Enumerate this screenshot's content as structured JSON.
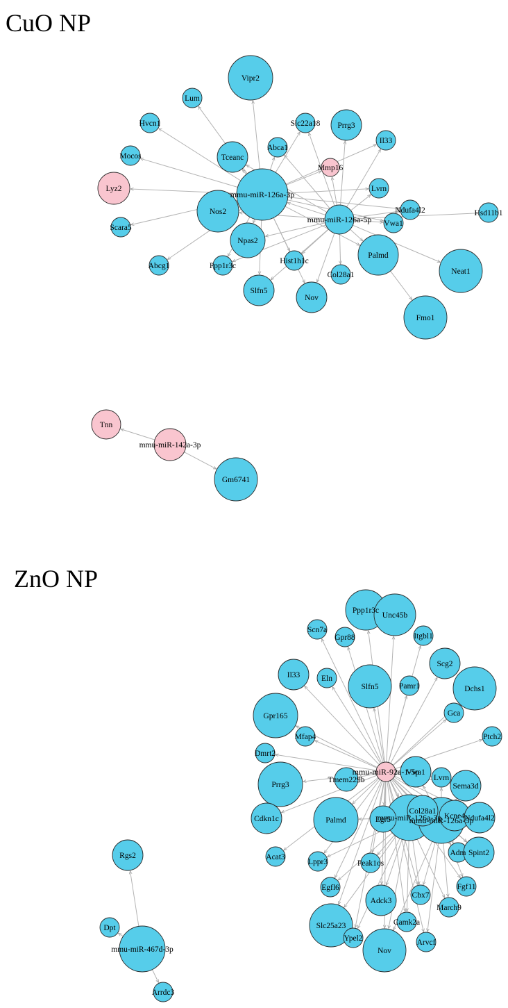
{
  "colors": {
    "target": "#56cdea",
    "mirna_highlight": "#f9c5cf",
    "edge": "#b3b3b3"
  },
  "panels": [
    {
      "id": "cuo",
      "title": "CuO NP"
    },
    {
      "id": "zno",
      "title": "ZnO NP"
    }
  ],
  "nodes": [
    {
      "id": "c_m126a3p",
      "label": "mmu-miR-126a-3p",
      "kind": "mirna"
    },
    {
      "id": "c_m126a5p",
      "label": "mmu-miR-126a-5p",
      "kind": "mirna"
    },
    {
      "id": "c_Vipr2",
      "label": "Vipr2",
      "kind": "target"
    },
    {
      "id": "c_Lum",
      "label": "Lum",
      "kind": "target"
    },
    {
      "id": "c_Hvcn1",
      "label": "Hvcn1",
      "kind": "target"
    },
    {
      "id": "c_Mocos",
      "label": "Mocos",
      "kind": "target"
    },
    {
      "id": "c_Lyz2",
      "label": "Lyz2",
      "kind": "highlight"
    },
    {
      "id": "c_Scara5",
      "label": "Scara5",
      "kind": "target"
    },
    {
      "id": "c_Abcg1",
      "label": "Abcg1",
      "kind": "target"
    },
    {
      "id": "c_Nos2",
      "label": "Nos2",
      "kind": "target"
    },
    {
      "id": "c_Tceanc",
      "label": "Tceanc",
      "kind": "target"
    },
    {
      "id": "c_Abca1",
      "label": "Abca1",
      "kind": "target"
    },
    {
      "id": "c_Slc22a18",
      "label": "Slc22a18",
      "kind": "target"
    },
    {
      "id": "c_Prrg3",
      "label": "Prrg3",
      "kind": "target"
    },
    {
      "id": "c_Il33",
      "label": "Il33",
      "kind": "target"
    },
    {
      "id": "c_Mmp16",
      "label": "Mmp16",
      "kind": "highlight"
    },
    {
      "id": "c_Lvrn",
      "label": "Lvrn",
      "kind": "target"
    },
    {
      "id": "c_Ndufa4l2",
      "label": "Ndufa4l2",
      "kind": "target"
    },
    {
      "id": "c_Hsd11b1",
      "label": "Hsd11b1",
      "kind": "target"
    },
    {
      "id": "c_Vwa1",
      "label": "Vwa1",
      "kind": "target"
    },
    {
      "id": "c_Npas2",
      "label": "Npas2",
      "kind": "target"
    },
    {
      "id": "c_Ppp1r3c",
      "label": "Ppp1r3c",
      "kind": "target"
    },
    {
      "id": "c_Hist1h1c",
      "label": "Hist1h1c",
      "kind": "target"
    },
    {
      "id": "c_Slfn5",
      "label": "Slfn5",
      "kind": "target"
    },
    {
      "id": "c_Nov",
      "label": "Nov",
      "kind": "target"
    },
    {
      "id": "c_Col28a1",
      "label": "Col28a1",
      "kind": "target"
    },
    {
      "id": "c_Palmd",
      "label": "Palmd",
      "kind": "target"
    },
    {
      "id": "c_Neat1",
      "label": "Neat1",
      "kind": "target"
    },
    {
      "id": "c_Fmo1",
      "label": "Fmo1",
      "kind": "target"
    },
    {
      "id": "c_m142",
      "label": "mmu-miR-142a-3p",
      "kind": "highlight"
    },
    {
      "id": "c_Tnn",
      "label": "Tnn",
      "kind": "highlight"
    },
    {
      "id": "c_Gm6741",
      "label": "Gm6741",
      "kind": "target"
    },
    {
      "id": "z_m92",
      "label": "mmu-miR-92a-1-5p",
      "kind": "highlight"
    },
    {
      "id": "z_m126a3p",
      "label": "mmu-miR-126a-3p",
      "kind": "target"
    },
    {
      "id": "z_m126a5p",
      "label": "mmu-miR-126a-5p",
      "kind": "target"
    },
    {
      "id": "z_Ppp1r3c",
      "label": "Ppp1r3c",
      "kind": "target"
    },
    {
      "id": "z_Unc45b",
      "label": "Unc45b",
      "kind": "target"
    },
    {
      "id": "z_Itgbl1",
      "label": "Itgbl1",
      "kind": "target"
    },
    {
      "id": "z_Scn7a",
      "label": "Scn7a",
      "kind": "target"
    },
    {
      "id": "z_Gpr88",
      "label": "Gpr88",
      "kind": "target"
    },
    {
      "id": "z_Scg2",
      "label": "Scg2",
      "kind": "target"
    },
    {
      "id": "z_Dchs1",
      "label": "Dchs1",
      "kind": "target"
    },
    {
      "id": "z_Il33",
      "label": "Il33",
      "kind": "target"
    },
    {
      "id": "z_Slfn5",
      "label": "Slfn5",
      "kind": "target"
    },
    {
      "id": "z_Pamr1",
      "label": "Pamr1",
      "kind": "target"
    },
    {
      "id": "z_Eln",
      "label": "Eln",
      "kind": "target"
    },
    {
      "id": "z_Gca",
      "label": "Gca",
      "kind": "target"
    },
    {
      "id": "z_Gpr165",
      "label": "Gpr165",
      "kind": "target"
    },
    {
      "id": "z_Mfap4",
      "label": "Mfap4",
      "kind": "target"
    },
    {
      "id": "z_Ptch2",
      "label": "Ptch2",
      "kind": "target"
    },
    {
      "id": "z_Dmrt2",
      "label": "Dmrt2",
      "kind": "target"
    },
    {
      "id": "z_Prrg3",
      "label": "Prrg3",
      "kind": "target"
    },
    {
      "id": "z_Tmem229b",
      "label": "Tmem229b",
      "kind": "target"
    },
    {
      "id": "z_Vwa1",
      "label": "Vwa1",
      "kind": "target"
    },
    {
      "id": "z_Lvrn",
      "label": "Lvrn",
      "kind": "target"
    },
    {
      "id": "z_Sema3d",
      "label": "Sema3d",
      "kind": "target"
    },
    {
      "id": "z_Cdkn1c",
      "label": "Cdkn1c",
      "kind": "target"
    },
    {
      "id": "z_Palmd",
      "label": "Palmd",
      "kind": "target"
    },
    {
      "id": "z_Col28a1",
      "label": "Col28a1",
      "kind": "target"
    },
    {
      "id": "z_Kcne4",
      "label": "Kcne4",
      "kind": "target"
    },
    {
      "id": "z_Ndufa4l2",
      "label": "Ndufa4l2",
      "kind": "target"
    },
    {
      "id": "z_Lgr5",
      "label": "Lgr5",
      "kind": "target"
    },
    {
      "id": "z_Acat3",
      "label": "Acat3",
      "kind": "target"
    },
    {
      "id": "z_Lppr3",
      "label": "Lppr3",
      "kind": "target"
    },
    {
      "id": "z_Adm",
      "label": "Adm",
      "kind": "target"
    },
    {
      "id": "z_Spint2",
      "label": "Spint2",
      "kind": "target"
    },
    {
      "id": "z_Peak1os",
      "label": "Peak1os",
      "kind": "target"
    },
    {
      "id": "z_Egfl6",
      "label": "Egfl6",
      "kind": "target"
    },
    {
      "id": "z_Fgf11",
      "label": "Fgf11",
      "kind": "target"
    },
    {
      "id": "z_Adck3",
      "label": "Adck3",
      "kind": "target"
    },
    {
      "id": "z_Cbx7",
      "label": "Cbx7",
      "kind": "target"
    },
    {
      "id": "z_Slc25a23",
      "label": "Slc25a23",
      "kind": "target"
    },
    {
      "id": "z_March9",
      "label": "March9",
      "kind": "target"
    },
    {
      "id": "z_Camk2a",
      "label": "Camk2a",
      "kind": "target"
    },
    {
      "id": "z_Ypel2",
      "label": "Ypel2",
      "kind": "target"
    },
    {
      "id": "z_Arvcf",
      "label": "Arvcf",
      "kind": "target"
    },
    {
      "id": "z_Nov",
      "label": "Nov",
      "kind": "target"
    },
    {
      "id": "z_m467",
      "label": "mmu-miR-467d-3p",
      "kind": "target"
    },
    {
      "id": "z_Rgs2",
      "label": "Rgs2",
      "kind": "target"
    },
    {
      "id": "z_Dpt",
      "label": "Dpt",
      "kind": "target"
    },
    {
      "id": "z_Arrdc3",
      "label": "Arrdc3",
      "kind": "target"
    }
  ],
  "edges": [
    [
      "c_m126a3p",
      "c_Vipr2"
    ],
    [
      "c_m126a3p",
      "c_Lum"
    ],
    [
      "c_m126a3p",
      "c_Hvcn1"
    ],
    [
      "c_m126a3p",
      "c_Mocos"
    ],
    [
      "c_m126a3p",
      "c_Lyz2"
    ],
    [
      "c_m126a3p",
      "c_Scara5"
    ],
    [
      "c_m126a3p",
      "c_Abcg1"
    ],
    [
      "c_m126a3p",
      "c_Nos2"
    ],
    [
      "c_m126a3p",
      "c_Tceanc"
    ],
    [
      "c_m126a3p",
      "c_Abca1"
    ],
    [
      "c_m126a3p",
      "c_Slc22a18"
    ],
    [
      "c_m126a3p",
      "c_Mmp16"
    ],
    [
      "c_m126a3p",
      "c_Il33"
    ],
    [
      "c_m126a3p",
      "c_Lvrn"
    ],
    [
      "c_m126a3p",
      "c_Ndufa4l2"
    ],
    [
      "c_m126a3p",
      "c_Npas2"
    ],
    [
      "c_m126a3p",
      "c_Ppp1r3c"
    ],
    [
      "c_m126a3p",
      "c_Slfn5"
    ],
    [
      "c_m126a3p",
      "c_Hist1h1c"
    ],
    [
      "c_m126a3p",
      "c_Nov"
    ],
    [
      "c_m126a3p",
      "c_Palmd"
    ],
    [
      "c_m126a3p",
      "c_Vwa1"
    ],
    [
      "c_m126a5p",
      "c_Prrg3"
    ],
    [
      "c_m126a5p",
      "c_Il33"
    ],
    [
      "c_m126a5p",
      "c_Mmp16"
    ],
    [
      "c_m126a5p",
      "c_Lvrn"
    ],
    [
      "c_m126a5p",
      "c_Ndufa4l2"
    ],
    [
      "c_m126a5p",
      "c_Hsd11b1"
    ],
    [
      "c_m126a5p",
      "c_Vwa1"
    ],
    [
      "c_m126a5p",
      "c_Neat1"
    ],
    [
      "c_m126a5p",
      "c_Palmd"
    ],
    [
      "c_m126a5p",
      "c_Col28a1"
    ],
    [
      "c_m126a5p",
      "c_Nov"
    ],
    [
      "c_m126a5p",
      "c_Hist1h1c"
    ],
    [
      "c_m126a5p",
      "c_Slfn5"
    ],
    [
      "c_m126a5p",
      "c_Npas2"
    ],
    [
      "c_m126a5p",
      "c_Nos2"
    ],
    [
      "c_m126a5p",
      "c_Abca1"
    ],
    [
      "c_m126a5p",
      "c_Tceanc"
    ],
    [
      "c_m126a5p",
      "c_Slc22a18"
    ],
    [
      "c_m126a5p",
      "c_Ppp1r3c"
    ],
    [
      "c_m126a5p",
      "c_m126a3p"
    ],
    [
      "c_Palmd",
      "c_Fmo1"
    ],
    [
      "c_m142",
      "c_Tnn"
    ],
    [
      "c_m142",
      "c_Gm6741"
    ],
    [
      "z_m92",
      "z_Ppp1r3c"
    ],
    [
      "z_m92",
      "z_Unc45b"
    ],
    [
      "z_m92",
      "z_Itgbl1"
    ],
    [
      "z_m92",
      "z_Scn7a"
    ],
    [
      "z_m92",
      "z_Gpr88"
    ],
    [
      "z_m92",
      "z_Scg2"
    ],
    [
      "z_m92",
      "z_Dchs1"
    ],
    [
      "z_m92",
      "z_Il33"
    ],
    [
      "z_m92",
      "z_Slfn5"
    ],
    [
      "z_m92",
      "z_Pamr1"
    ],
    [
      "z_m92",
      "z_Eln"
    ],
    [
      "z_m92",
      "z_Gca"
    ],
    [
      "z_m92",
      "z_Gpr165"
    ],
    [
      "z_m92",
      "z_Mfap4"
    ],
    [
      "z_m92",
      "z_Ptch2"
    ],
    [
      "z_m92",
      "z_Dmrt2"
    ],
    [
      "z_m92",
      "z_Prrg3"
    ],
    [
      "z_m92",
      "z_Tmem229b"
    ],
    [
      "z_m92",
      "z_Vwa1"
    ],
    [
      "z_m92",
      "z_Lvrn"
    ],
    [
      "z_m92",
      "z_Sema3d"
    ],
    [
      "z_m92",
      "z_Cdkn1c"
    ],
    [
      "z_m92",
      "z_Palmd"
    ],
    [
      "z_m92",
      "z_Col28a1"
    ],
    [
      "z_m92",
      "z_Kcne4"
    ],
    [
      "z_m92",
      "z_Ndufa4l2"
    ],
    [
      "z_m92",
      "z_Lgr5"
    ],
    [
      "z_m92",
      "z_Acat3"
    ],
    [
      "z_m92",
      "z_Lppr3"
    ],
    [
      "z_m92",
      "z_Adm"
    ],
    [
      "z_m92",
      "z_Spint2"
    ],
    [
      "z_m92",
      "z_Peak1os"
    ],
    [
      "z_m92",
      "z_Egfl6"
    ],
    [
      "z_m92",
      "z_Fgf11"
    ],
    [
      "z_m92",
      "z_Adck3"
    ],
    [
      "z_m92",
      "z_Cbx7"
    ],
    [
      "z_m92",
      "z_Slc25a23"
    ],
    [
      "z_m92",
      "z_March9"
    ],
    [
      "z_m92",
      "z_Camk2a"
    ],
    [
      "z_m92",
      "z_Ypel2"
    ],
    [
      "z_m92",
      "z_Arvcf"
    ],
    [
      "z_m92",
      "z_Nov"
    ],
    [
      "z_m92",
      "z_m126a3p"
    ],
    [
      "z_m92",
      "z_m126a5p"
    ],
    [
      "z_m126a3p",
      "z_Lgr5"
    ],
    [
      "z_m126a3p",
      "z_Palmd"
    ],
    [
      "z_m126a3p",
      "z_Slc25a23"
    ],
    [
      "z_m126a3p",
      "z_Nov"
    ],
    [
      "z_m126a3p",
      "z_Adck3"
    ],
    [
      "z_m126a3p",
      "z_Cbx7"
    ],
    [
      "z_m126a3p",
      "z_Camk2a"
    ],
    [
      "z_m126a3p",
      "z_Ypel2"
    ],
    [
      "z_m126a3p",
      "z_Egfl6"
    ],
    [
      "z_m126a3p",
      "z_Peak1os"
    ],
    [
      "z_m126a3p",
      "z_Lppr3"
    ],
    [
      "z_m126a3p",
      "z_Col28a1"
    ],
    [
      "z_m126a5p",
      "z_Vwa1"
    ],
    [
      "z_m126a5p",
      "z_Lvrn"
    ],
    [
      "z_m126a5p",
      "z_Sema3d"
    ],
    [
      "z_m126a5p",
      "z_Kcne4"
    ],
    [
      "z_m126a5p",
      "z_Ndufa4l2"
    ],
    [
      "z_m126a5p",
      "z_Adm"
    ],
    [
      "z_m126a5p",
      "z_Spint2"
    ],
    [
      "z_m126a5p",
      "z_Fgf11"
    ],
    [
      "z_m126a5p",
      "z_March9"
    ],
    [
      "z_m126a5p",
      "z_Arvcf"
    ],
    [
      "z_m126a5p",
      "z_Cbx7"
    ],
    [
      "z_m126a5p",
      "z_Col28a1"
    ],
    [
      "z_m126a5p",
      "z_Nov"
    ],
    [
      "z_m467",
      "z_Rgs2"
    ],
    [
      "z_m467",
      "z_Dpt"
    ],
    [
      "z_m467",
      "z_Arrdc3"
    ]
  ]
}
